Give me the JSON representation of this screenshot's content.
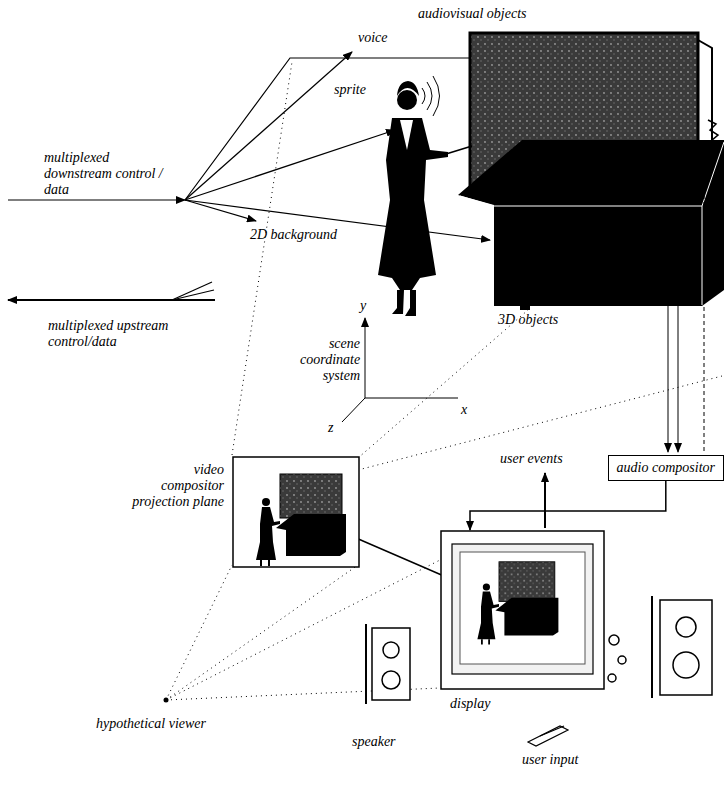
{
  "diagram": {
    "nodes": [
      {
        "text": [
          "video compositor projection plane"
        ]
      },
      {
        "text": [
          "display"
        ]
      },
      {
        "text": [
          "audio compositor"
        ]
      }
    ],
    "edges": [
      {
        "from": 0,
        "to": 1,
        "arrow": "to"
      },
      {
        "from": 2,
        "to": 1,
        "arrow": "to"
      }
    ],
    "labels": [
      "audiovisual objects",
      "voice",
      "sprite",
      "multiplexed downstream control / data",
      "2D background",
      "multiplexed upstream control/data",
      "3D objects",
      "y",
      "scene coordinate system",
      "x",
      "z",
      "user events",
      "hypothetical viewer",
      "speaker",
      "user input"
    ]
  }
}
